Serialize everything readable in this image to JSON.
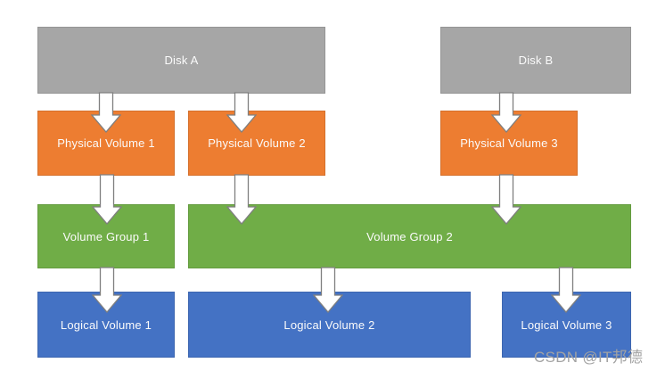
{
  "diagram": {
    "nodes": {
      "disk_a": "Disk A",
      "disk_b": "Disk B",
      "pv1": "Physical Volume 1",
      "pv2": "Physical Volume 2",
      "pv3": "Physical Volume 3",
      "vg1": "Volume Group 1",
      "vg2": "Volume Group 2",
      "lv1": "Logical Volume 1",
      "lv2": "Logical Volume 2",
      "lv3": "Logical Volume 3"
    },
    "edges": [
      {
        "from": "disk_a",
        "to": "pv1"
      },
      {
        "from": "disk_a",
        "to": "pv2"
      },
      {
        "from": "disk_b",
        "to": "pv3"
      },
      {
        "from": "pv1",
        "to": "vg1"
      },
      {
        "from": "pv2",
        "to": "vg2"
      },
      {
        "from": "pv3",
        "to": "vg2"
      },
      {
        "from": "vg1",
        "to": "lv1"
      },
      {
        "from": "vg2",
        "to": "lv2"
      },
      {
        "from": "vg2",
        "to": "lv3"
      }
    ],
    "colors": {
      "disk": "#a6a6a6",
      "physical_volume": "#ed7d31",
      "volume_group": "#70ad47",
      "logical_volume": "#4472c4",
      "arrow_fill": "#ffffff",
      "arrow_outline": "#7f7f7f",
      "label_text": "#ffffff",
      "watermark_text": "#a3a3a3"
    }
  },
  "watermark": "CSDN @IT邦德"
}
